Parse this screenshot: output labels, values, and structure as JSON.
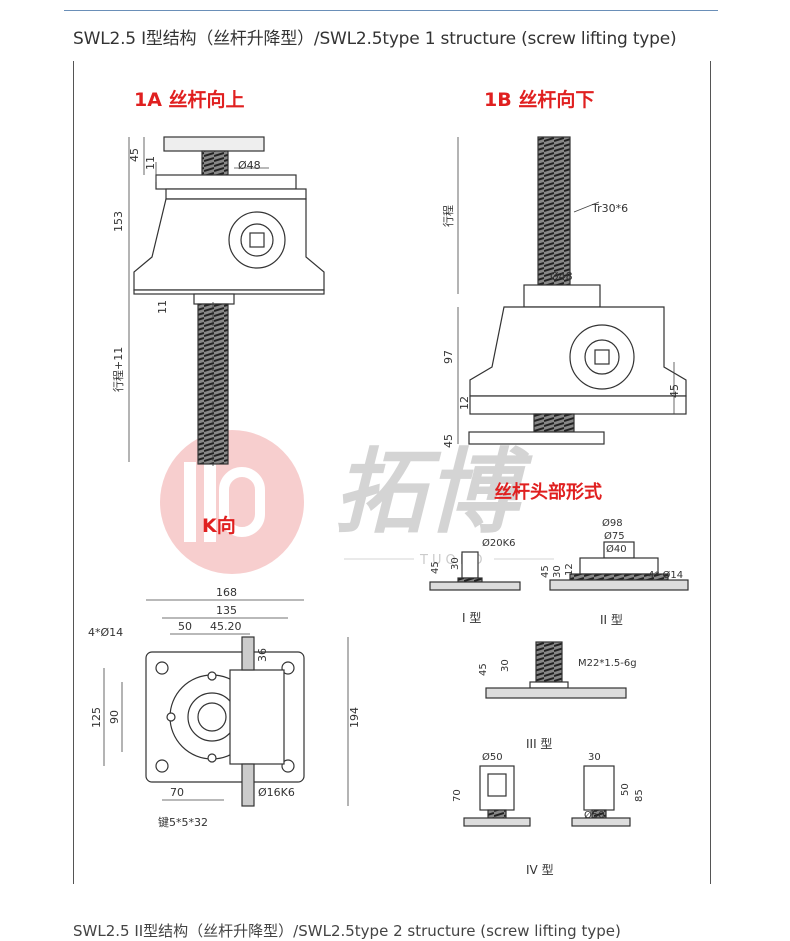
{
  "heading": "SWL2.5 I型结构（丝杆升降型）/SWL2.5type 1 structure (screw lifting type)",
  "labels": {
    "view_1a": "1A  丝杆向上",
    "view_1b": "1B  丝杆向下",
    "view_k": "K向",
    "screw_head": "丝杆头部形式",
    "brand_cn": "拓博",
    "brand_en": "TUOBO"
  },
  "dims_1a": {
    "d45": "45",
    "d11a": "11",
    "phi48": "Ø48",
    "d153": "153",
    "d11b": "11",
    "stroke": "行程+11"
  },
  "dims_1b": {
    "stroke": "行程",
    "tr": "Tr30*6",
    "phi48": "Ø48",
    "d97": "97",
    "d12": "12",
    "d45a": "45",
    "d45b": "45"
  },
  "dims_k": {
    "holes": "4*Ø14",
    "d168": "168",
    "d135": "135",
    "d50": "50",
    "d45_20": "45.20",
    "d36": "36",
    "d125": "125",
    "d90": "90",
    "d194": "194",
    "d70": "70",
    "shaft": "Ø16K6",
    "key": "键5*5*32"
  },
  "heads": {
    "t1": {
      "label": "I 型",
      "phi": "Ø20K6",
      "d45": "45",
      "d30": "30"
    },
    "t2": {
      "label": "II 型",
      "phi98": "Ø98",
      "phi75": "Ø75",
      "phi40": "Ø40",
      "d45": "45",
      "d30": "30",
      "d12": "12",
      "holes": "4* Ø14"
    },
    "t3": {
      "label": "III 型",
      "d45": "45",
      "d30": "30",
      "thread": "M22*1.5-6g"
    },
    "t4": {
      "label": "IV 型",
      "phi50a": "Ø50",
      "d30": "30",
      "d70": "70",
      "d85": "85",
      "d50": "50",
      "phi50b": "Ø50"
    }
  },
  "footer": "SWL2.5 II型结构（丝杆升降型）/SWL2.5type 2 structure (screw lifting type)"
}
